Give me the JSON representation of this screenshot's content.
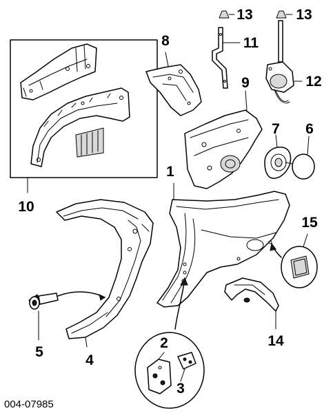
{
  "callouts": {
    "c1": "1",
    "c2": "2",
    "c3": "3",
    "c4": "4",
    "c5": "5",
    "c6": "6",
    "c7": "7",
    "c8": "8",
    "c9": "9",
    "c10": "10",
    "c11": "11",
    "c12": "12",
    "c13a": "13",
    "c13b": "13",
    "c14": "14",
    "c15": "15"
  },
  "figure_code": "004-07985"
}
